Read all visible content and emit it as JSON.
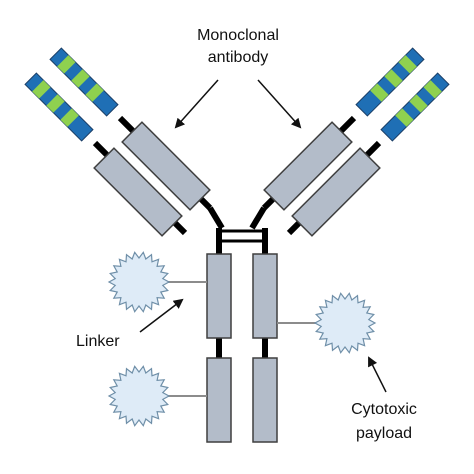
{
  "labels": {
    "antibody_line1": "Monoclonal",
    "antibody_line2": "antibody",
    "linker": "Linker",
    "payload_line1": "Cytotoxic",
    "payload_line2": "payload"
  },
  "colors": {
    "domain_fill": "#b3bcc9",
    "domain_stroke": "#3f3f3f",
    "chain": "#000000",
    "tip_blue": "#1f6fb5",
    "tip_green": "#8fd14f",
    "payload_fill": "#deebf7",
    "payload_stroke": "#6f8fa8",
    "linker_line": "#8c8c8c",
    "text": "#111111"
  }
}
